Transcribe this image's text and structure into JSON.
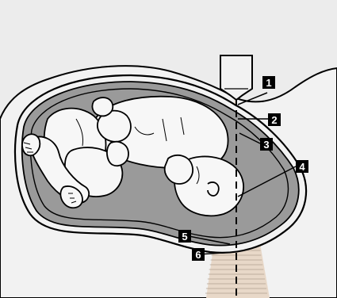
{
  "figure": {
    "background_color": "#ececec",
    "skin_color": "#f2f2f2",
    "fluid_color": "#9a9a9a",
    "ink_color": "#000000",
    "beam_color": "#e8d8c8",
    "callouts": [
      {
        "id": "1",
        "target": "transducer-skin-contact"
      },
      {
        "id": "2",
        "target": "abdominal-wall"
      },
      {
        "id": "3",
        "target": "uterine-wall"
      },
      {
        "id": "4",
        "target": "ultrasound-beam-path"
      },
      {
        "id": "5",
        "target": "posterior-uterine-wall"
      },
      {
        "id": "6",
        "target": "beam-focal-zone"
      }
    ]
  }
}
